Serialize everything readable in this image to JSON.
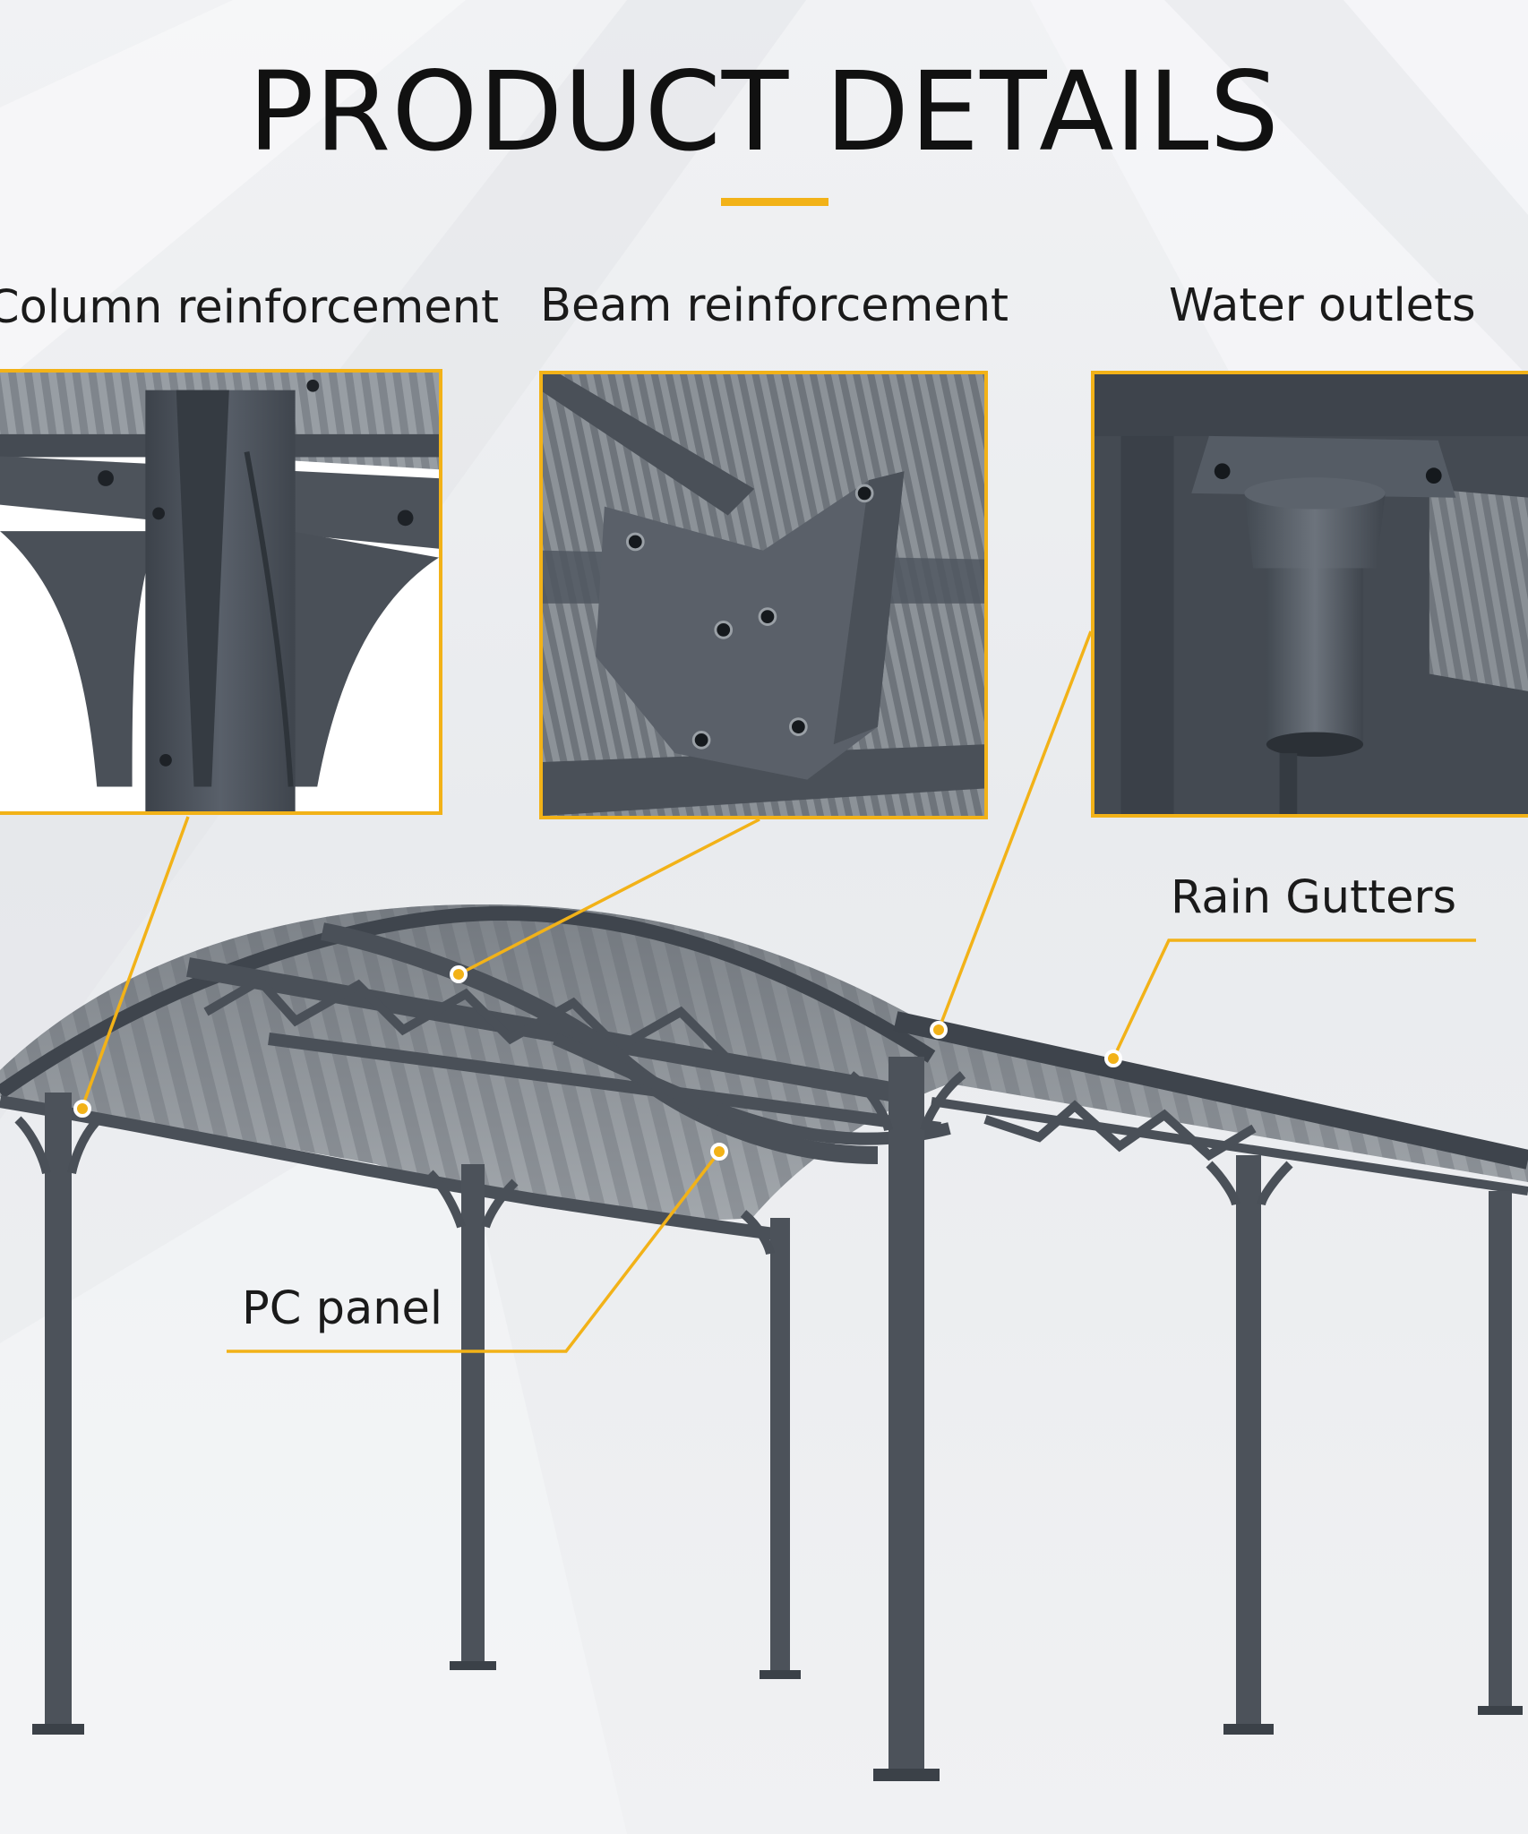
{
  "title": "PRODUCT DETAILS",
  "details": [
    {
      "label": "Column reinforcement"
    },
    {
      "label": "Beam reinforcement"
    },
    {
      "label": "Water outlets"
    }
  ],
  "callouts": {
    "rain_gutters": "Rain Gutters",
    "pc_panel": "PC panel"
  },
  "colors": {
    "accent": "#f2b218",
    "frame_metal": "#4a5059",
    "text": "#1a1a1a"
  }
}
